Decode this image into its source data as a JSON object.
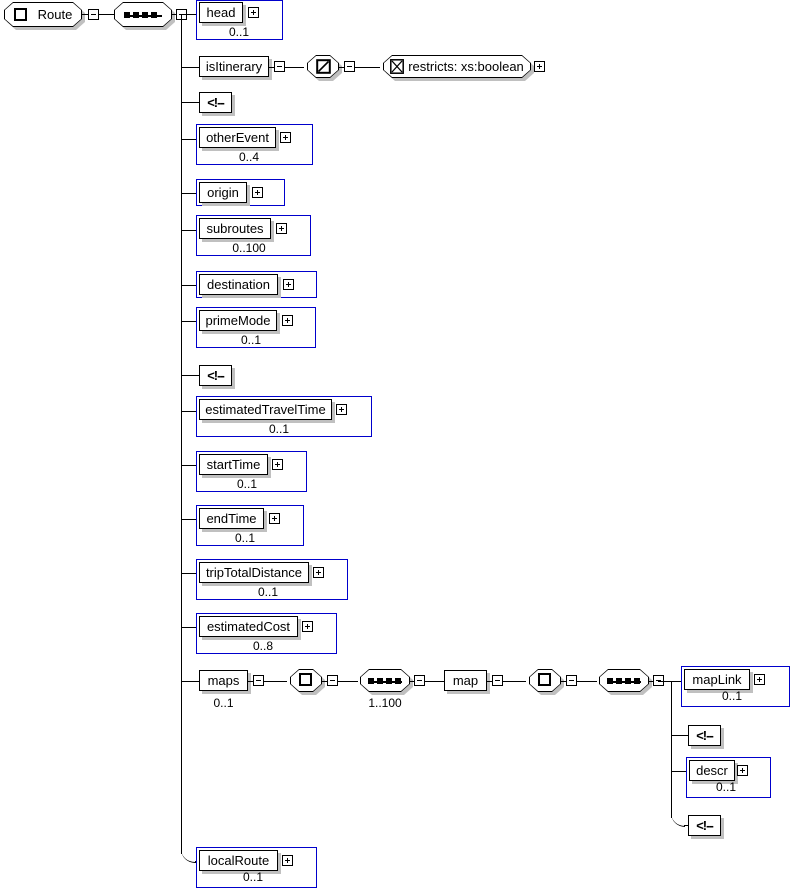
{
  "diagram": {
    "type": "xml-schema-tree",
    "root": {
      "label": "Route",
      "icon": "element-square-icon",
      "toggle": "collapse"
    },
    "root_sequence": {
      "icon": "sequence-icon",
      "toggle": "collapse"
    },
    "colors": {
      "container_border": "#0000cc",
      "node_border": "#000000",
      "shadow": "#c0c0c0",
      "background": "#ffffff",
      "text": "#000000"
    },
    "comment_glyph": "<!--",
    "children": [
      {
        "id": "head",
        "label": "head",
        "cardinality": "0..1",
        "kind": "element",
        "toggle": "expand"
      },
      {
        "id": "isItinerary",
        "label": "isItinerary",
        "cardinality": "",
        "kind": "element-plain",
        "toggle": "collapse"
      },
      {
        "id": "comment-1",
        "label": "<!--",
        "cardinality": "",
        "kind": "comment"
      },
      {
        "id": "otherEvent",
        "label": "otherEvent",
        "cardinality": "0..4",
        "kind": "element",
        "toggle": "expand"
      },
      {
        "id": "origin",
        "label": "origin",
        "cardinality": "",
        "kind": "element",
        "toggle": "expand"
      },
      {
        "id": "subroutes",
        "label": "subroutes",
        "cardinality": "0..100",
        "kind": "element",
        "toggle": "expand"
      },
      {
        "id": "destination",
        "label": "destination",
        "cardinality": "",
        "kind": "element",
        "toggle": "expand"
      },
      {
        "id": "primeMode",
        "label": "primeMode",
        "cardinality": "0..1",
        "kind": "element",
        "toggle": "expand"
      },
      {
        "id": "comment-2",
        "label": "<!--",
        "cardinality": "",
        "kind": "comment"
      },
      {
        "id": "estimatedTravelTime",
        "label": "estimatedTravelTime",
        "cardinality": "0..1",
        "kind": "element",
        "toggle": "expand"
      },
      {
        "id": "startTime",
        "label": "startTime",
        "cardinality": "0..1",
        "kind": "element",
        "toggle": "expand"
      },
      {
        "id": "endTime",
        "label": "endTime",
        "cardinality": "0..1",
        "kind": "element",
        "toggle": "expand"
      },
      {
        "id": "tripTotalDistance",
        "label": "tripTotalDistance",
        "cardinality": "0..1",
        "kind": "element",
        "toggle": "expand"
      },
      {
        "id": "estimatedCost",
        "label": "estimatedCost",
        "cardinality": "0..8",
        "kind": "element",
        "toggle": "expand"
      },
      {
        "id": "maps",
        "label": "maps",
        "cardinality": "0..1",
        "kind": "element-plain",
        "toggle": "collapse"
      },
      {
        "id": "localRoute",
        "label": "localRoute",
        "cardinality": "0..1",
        "kind": "element",
        "toggle": "expand"
      }
    ],
    "isItinerary_branch": {
      "simple_type": {
        "icon": "simple-type-icon",
        "toggle": "collapse"
      },
      "restriction": {
        "label": "restricts: xs:boolean",
        "icon": "restriction-icon",
        "toggle": "expand"
      }
    },
    "maps_branch": {
      "complex_type_1": {
        "icon": "complex-type-icon",
        "toggle": "collapse"
      },
      "sequence_1": {
        "icon": "sequence-icon",
        "cardinality": "1..100",
        "toggle": "collapse"
      },
      "map": {
        "label": "map",
        "toggle": "collapse"
      },
      "complex_type_2": {
        "icon": "complex-type-icon",
        "toggle": "collapse"
      },
      "sequence_2": {
        "icon": "sequence-icon",
        "toggle": "collapse"
      },
      "children": [
        {
          "id": "mapLink",
          "label": "mapLink",
          "cardinality": "0..1",
          "kind": "element",
          "toggle": "expand"
        },
        {
          "id": "comment-3",
          "label": "<!--",
          "cardinality": "",
          "kind": "comment"
        },
        {
          "id": "descr",
          "label": "descr",
          "cardinality": "0..1",
          "kind": "element",
          "toggle": "expand"
        },
        {
          "id": "comment-4",
          "label": "<!--",
          "cardinality": "",
          "kind": "comment"
        }
      ]
    }
  }
}
